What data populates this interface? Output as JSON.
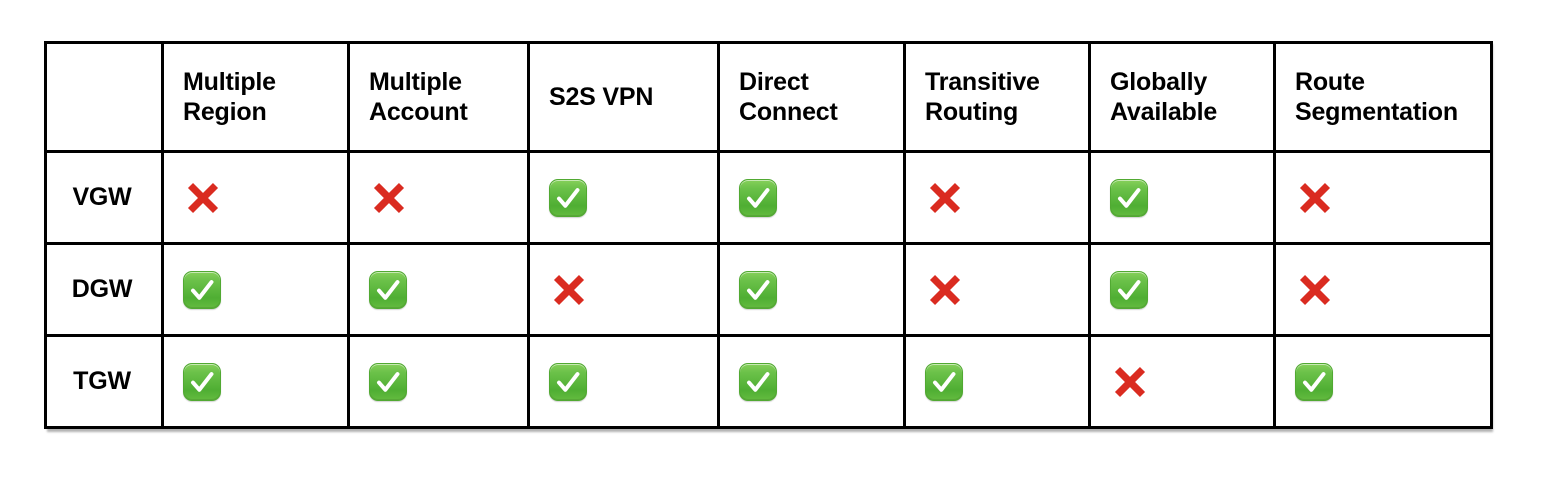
{
  "table": {
    "corner_label": "",
    "columns": [
      {
        "id": "multiple-region",
        "label": "Multiple Region",
        "wrap": true
      },
      {
        "id": "multiple-account",
        "label": "Multiple Account",
        "wrap": true
      },
      {
        "id": "s2s-vpn",
        "label": "S2S VPN",
        "wrap": false
      },
      {
        "id": "direct-connect",
        "label": "Direct Connect",
        "wrap": true
      },
      {
        "id": "transitive-routing",
        "label": "Transitive Routing",
        "wrap": true
      },
      {
        "id": "globally-available",
        "label": "Globally Available",
        "wrap": true
      },
      {
        "id": "route-segmentation",
        "label": "Route Segmentation",
        "wrap": true
      }
    ],
    "rows": [
      {
        "id": "vgw",
        "label": "VGW",
        "cells": [
          {
            "icon": "cross-icon",
            "value": "no"
          },
          {
            "icon": "cross-icon",
            "value": "no"
          },
          {
            "icon": "check-icon",
            "value": "yes"
          },
          {
            "icon": "check-icon",
            "value": "yes"
          },
          {
            "icon": "cross-icon",
            "value": "no"
          },
          {
            "icon": "check-icon",
            "value": "yes"
          },
          {
            "icon": "cross-icon",
            "value": "no"
          }
        ]
      },
      {
        "id": "dgw",
        "label": "DGW",
        "cells": [
          {
            "icon": "check-icon",
            "value": "yes"
          },
          {
            "icon": "check-icon",
            "value": "yes"
          },
          {
            "icon": "cross-icon",
            "value": "no"
          },
          {
            "icon": "check-icon",
            "value": "yes"
          },
          {
            "icon": "cross-icon",
            "value": "no"
          },
          {
            "icon": "check-icon",
            "value": "yes"
          },
          {
            "icon": "cross-icon",
            "value": "no"
          }
        ]
      },
      {
        "id": "tgw",
        "label": "TGW",
        "cells": [
          {
            "icon": "check-icon",
            "value": "yes"
          },
          {
            "icon": "check-icon",
            "value": "yes"
          },
          {
            "icon": "check-icon",
            "value": "yes"
          },
          {
            "icon": "check-icon",
            "value": "yes"
          },
          {
            "icon": "check-icon",
            "value": "yes"
          },
          {
            "icon": "cross-icon",
            "value": "no"
          },
          {
            "icon": "check-icon",
            "value": "yes"
          }
        ]
      }
    ]
  },
  "colors": {
    "border": "#000000",
    "background": "#ffffff",
    "text": "#000000",
    "check_green": "#5CB82E",
    "check_green_light": "#86D05A",
    "cross_red": "#DA2B20"
  }
}
